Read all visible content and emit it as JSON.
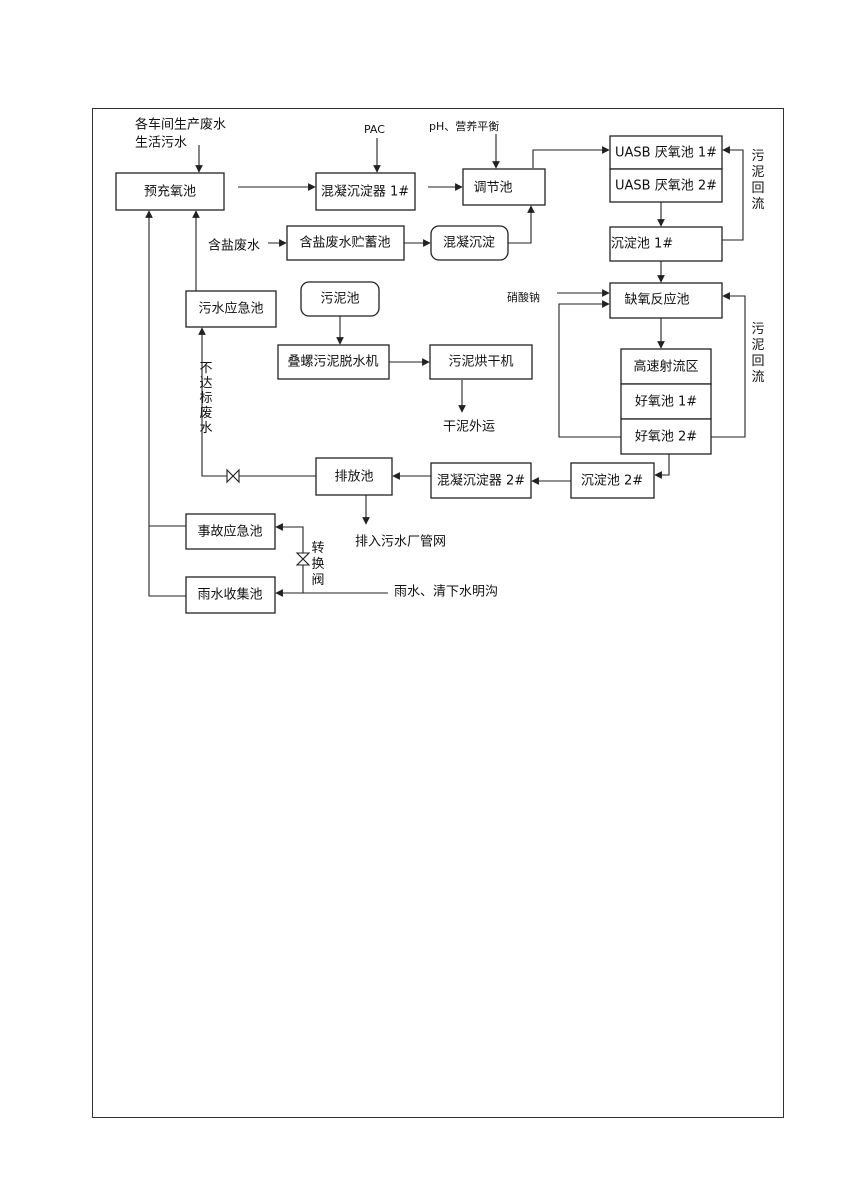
{
  "nodes": {
    "pre_oxygen": "预充氧池",
    "coag_sed_1": "混凝沉淀器 1#",
    "regulating": "调节池",
    "uasb_1": "UASB 厌氧池 1#",
    "uasb_2": "UASB 厌氧池 2#",
    "salt_storage": "含盐废水贮蓄池",
    "coag_sed": "混凝沉淀",
    "sed_1": "沉淀池 1#",
    "emergency_sewage": "污水应急池",
    "sludge_tank": "污泥池",
    "anoxic": "缺氧反应池",
    "screw_dewater": "叠螺污泥脱水机",
    "sludge_dryer": "污泥烘干机",
    "high_jet": "高速射流区",
    "aerobic_1": "好氧池 1#",
    "aerobic_2": "好氧池 2#",
    "discharge": "排放池",
    "coag_sed_2": "混凝沉淀器 2#",
    "sed_2": "沉淀池 2#",
    "accident": "事故应急池",
    "rain_collect": "雨水收集池"
  },
  "labels": {
    "inflow_1": "各车间生产废水",
    "inflow_2": "生活污水",
    "pac": "PAC",
    "ph": "pH、营养平衡",
    "salt_water": "含盐废水",
    "nitrate": "硝酸钠",
    "dry_sludge": "干泥外运",
    "to_sewer": "排入污水厂管网",
    "rain": "雨水、清下水明沟",
    "sludge_return_1": "污泥回流",
    "sludge_return_2": "污泥回流",
    "substandard": "不达标废水",
    "valve": "转换阀"
  }
}
